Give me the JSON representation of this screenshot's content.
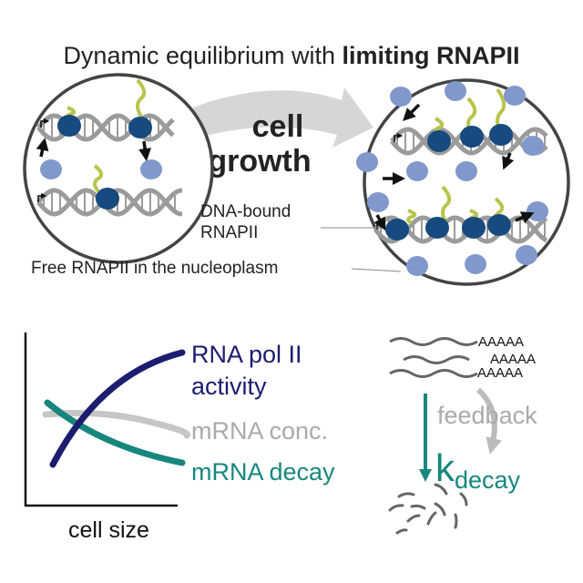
{
  "title": {
    "prefix": "Dynamic equilibrium with ",
    "bold": "limiting RNAPII"
  },
  "growth_arrow": {
    "line1": "cell",
    "line2": "growth"
  },
  "labels": {
    "dna_bound_line1": "DNA-bound",
    "dna_bound_line2": "RNAPII",
    "free": "Free RNAPII in the nucleoplasm"
  },
  "plot": {
    "xlabel": "cell size",
    "series": [
      {
        "name_line1": "RNA pol II",
        "name_line2": "activity",
        "color": "#1c1c70",
        "trend": "increasing"
      },
      {
        "name_line1": "mRNA conc.",
        "color": "#c6c6c6",
        "trend": "flat"
      },
      {
        "name_line1": "mRNA decay",
        "color": "#17877d",
        "trend": "decreasing"
      }
    ]
  },
  "mrna": {
    "polyA": [
      "AAAAA",
      "AAAAA",
      "AAAAA"
    ],
    "feedback": "feedback",
    "k": "k",
    "k_sub": "decay"
  },
  "colors": {
    "pol_bound": "#174a7e",
    "pol_free": "#8098cc",
    "rna_tail": "#b8c44c",
    "dna": "#9b9b9b",
    "teal": "#17877d",
    "navy": "#1c1c70"
  }
}
